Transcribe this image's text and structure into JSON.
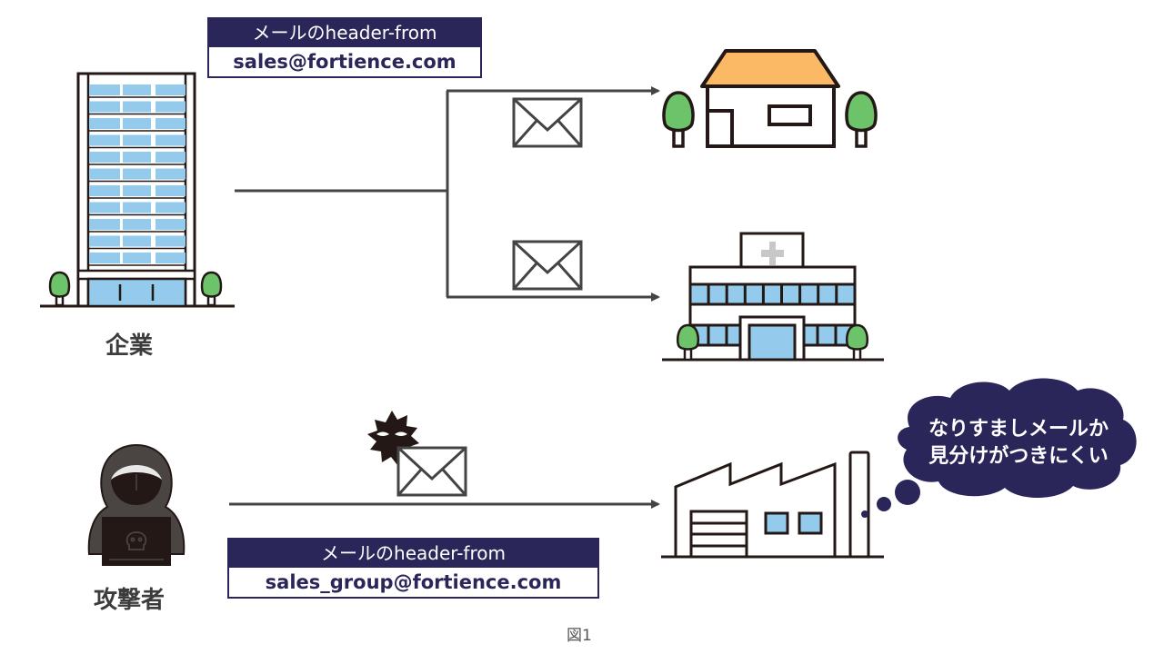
{
  "figure": {
    "caption": "図1",
    "colors": {
      "navy": "#2b2659",
      "line": "#444444",
      "outline": "#231815",
      "window_blue": "#94cbec",
      "tree_green": "#6cc36a",
      "roof_orange": "#fbb965",
      "cross_gray": "#c8c8c8",
      "hoodie": "#4a4443"
    }
  },
  "legit_sender": {
    "label": "企業",
    "icon": "office-building-icon",
    "header_box": {
      "title": "メールのheader-from",
      "address": "sales@fortience.com"
    }
  },
  "attacker": {
    "label": "攻撃者",
    "icon": "hooded-hacker-icon",
    "header_box": {
      "title": "メールのheader-from",
      "address": "sales_group@fortience.com"
    },
    "mail_icon": "malicious-mail-icon"
  },
  "recipients": [
    {
      "name": "house",
      "icon": "house-icon"
    },
    {
      "name": "hospital",
      "icon": "hospital-icon"
    },
    {
      "name": "factory",
      "icon": "factory-icon"
    }
  ],
  "thought_bubble": {
    "lines": [
      "なりすましメールか",
      "見分けがつきにくい"
    ]
  }
}
